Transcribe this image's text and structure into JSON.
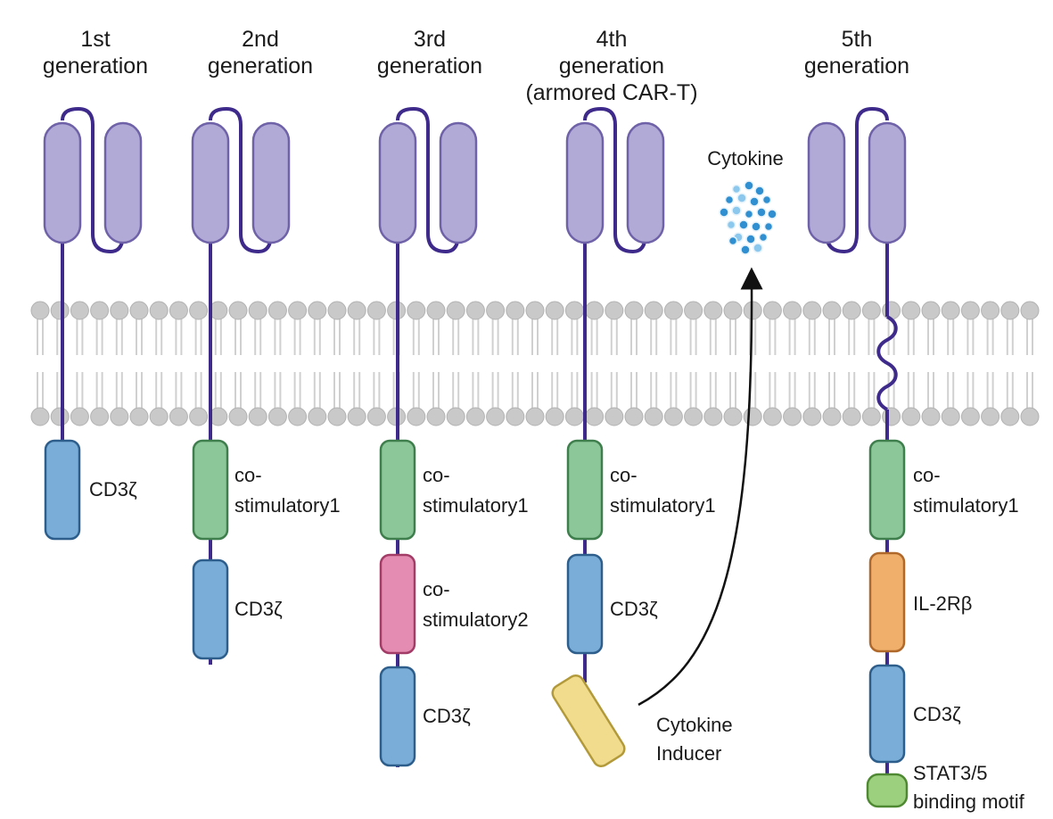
{
  "generations": [
    {
      "title_line1": "1st",
      "title_line2": "generation",
      "title_line3": ""
    },
    {
      "title_line1": "2nd",
      "title_line2": "generation",
      "title_line3": ""
    },
    {
      "title_line1": "3rd",
      "title_line2": "generation",
      "title_line3": ""
    },
    {
      "title_line1": "4th",
      "title_line2": "generation",
      "title_line3": "(armored CAR-T)"
    },
    {
      "title_line1": "5th",
      "title_line2": "generation",
      "title_line3": ""
    }
  ],
  "labels": {
    "cd3z": "CD3ζ",
    "co_prefix": "co-",
    "stim1": "stimulatory1",
    "stim2": "stimulatory2",
    "cytokine": "Cytokine",
    "inducer_line1": "Cytokine",
    "inducer_line2": "Inducer",
    "il2rb": "IL-2Rβ",
    "stat_line1": "STAT3/5",
    "stat_line2": "binding motif"
  },
  "colors": {
    "scfv": "#b1a9d6",
    "linker": "#3d2a8a",
    "cd3z": "#7aaed8",
    "costim1": "#8cc79a",
    "costim2": "#e48cb1",
    "inducer": "#f1dc8e",
    "il2rb": "#f0b06c",
    "stat": "#9ccf7e",
    "cytokine": "#2f8fd0",
    "membrane": "#c9c9c9"
  }
}
